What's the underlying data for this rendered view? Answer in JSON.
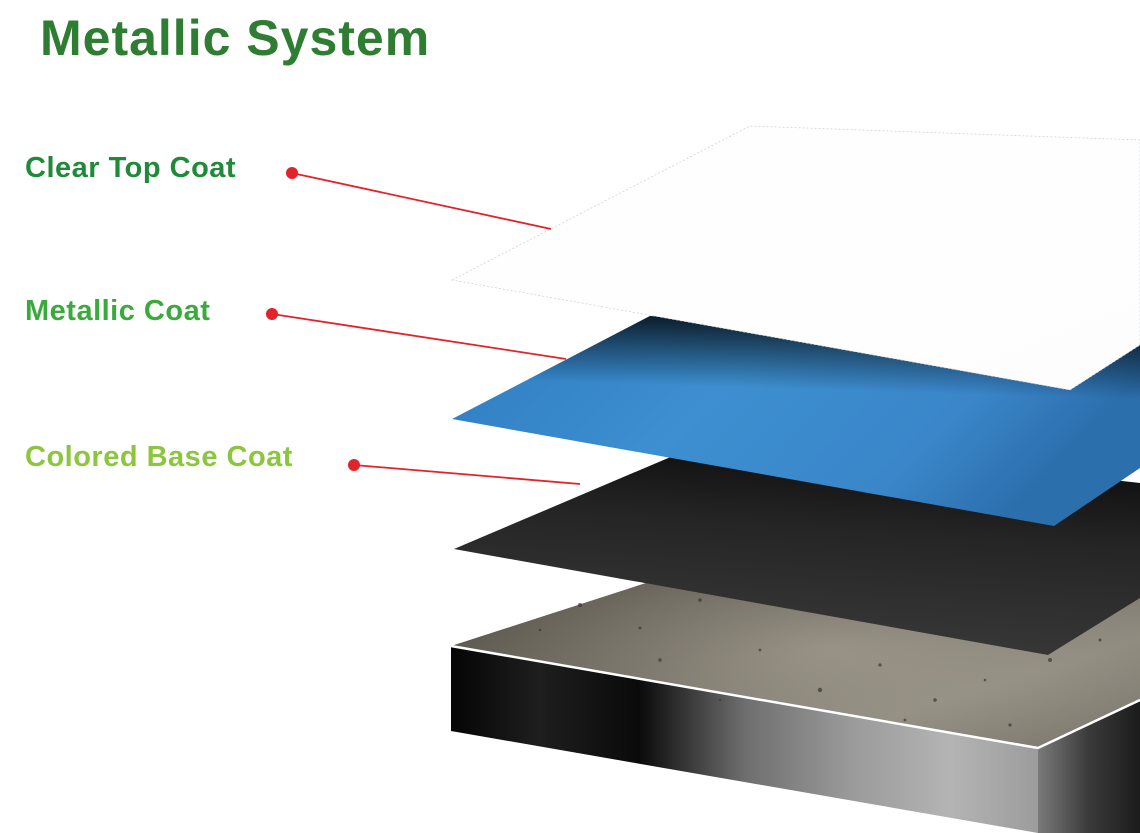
{
  "title": "Metallic System",
  "layers": [
    {
      "label": "Clear Top Coat",
      "color": "#21893a"
    },
    {
      "label": "Metallic Coat",
      "color": "#3aaa3c"
    },
    {
      "label": "Colored Base Coat",
      "color": "#8cc63e"
    }
  ],
  "colors": {
    "title": "#2e7d32",
    "leader": "#e2232b",
    "metallic_layer": "#3a86c9",
    "base_layer": "#2b2b2b",
    "concrete": "#5f5b53"
  }
}
